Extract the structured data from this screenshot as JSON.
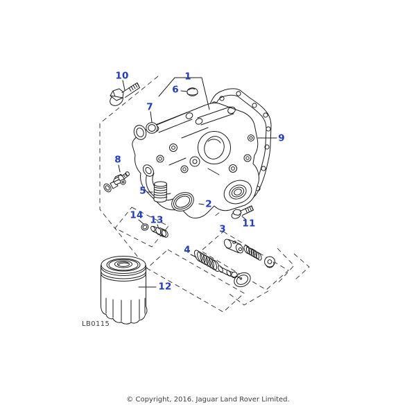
{
  "diagram_code": "LB0115",
  "footer": {
    "copyright": "© Copyright, 2016. Jaguar Land Rover Limited."
  },
  "colors": {
    "callout_blue": "#1e3ac8",
    "line_dark": "#1a1a1a",
    "background": "#ffffff"
  },
  "callouts": [
    {
      "label": "1"
    },
    {
      "label": "2"
    },
    {
      "label": "3"
    },
    {
      "label": "4"
    },
    {
      "label": "5"
    },
    {
      "label": "6"
    },
    {
      "label": "7"
    },
    {
      "label": "8"
    },
    {
      "label": "9"
    },
    {
      "label": "10"
    },
    {
      "label": "11"
    },
    {
      "label": "12"
    },
    {
      "label": "13"
    },
    {
      "label": "14"
    }
  ]
}
